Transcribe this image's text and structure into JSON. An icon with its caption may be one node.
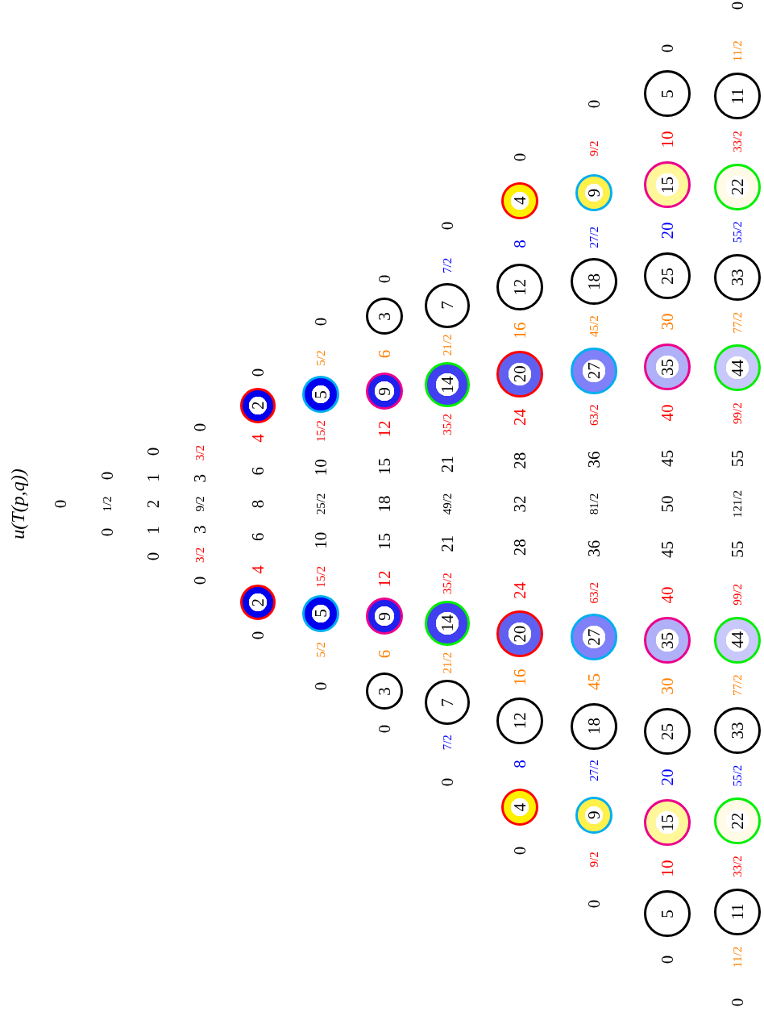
{
  "diagram": {
    "title": "u(T(p,q))",
    "nodes": [
      {
        "text": [
          "2"
        ]
      },
      {
        "text": [
          "2"
        ]
      },
      {
        "text": [
          "5"
        ]
      },
      {
        "text": [
          "5"
        ]
      },
      {
        "text": [
          "3"
        ]
      },
      {
        "text": [
          "9"
        ]
      },
      {
        "text": [
          "9"
        ]
      },
      {
        "text": [
          "3"
        ]
      },
      {
        "text": [
          "7"
        ]
      },
      {
        "text": [
          "14"
        ]
      },
      {
        "text": [
          "14"
        ]
      },
      {
        "text": [
          "7"
        ]
      },
      {
        "text": [
          "4"
        ]
      },
      {
        "text": [
          "12"
        ]
      },
      {
        "text": [
          "20"
        ]
      },
      {
        "text": [
          "20"
        ]
      },
      {
        "text": [
          "12"
        ]
      },
      {
        "text": [
          "4"
        ]
      },
      {
        "text": [
          "9"
        ]
      },
      {
        "text": [
          "18"
        ]
      },
      {
        "text": [
          "27"
        ]
      },
      {
        "text": [
          "27"
        ]
      },
      {
        "text": [
          "18"
        ]
      },
      {
        "text": [
          "9"
        ]
      },
      {
        "text": [
          "5"
        ]
      },
      {
        "text": [
          "15"
        ]
      },
      {
        "text": [
          "25"
        ]
      },
      {
        "text": [
          "35"
        ]
      },
      {
        "text": [
          "35"
        ]
      },
      {
        "text": [
          "25"
        ]
      },
      {
        "text": [
          "15"
        ]
      },
      {
        "text": [
          "5"
        ]
      },
      {
        "text": [
          "11"
        ]
      },
      {
        "text": [
          "22"
        ]
      },
      {
        "text": [
          "33"
        ]
      },
      {
        "text": [
          "44"
        ]
      },
      {
        "text": [
          "44"
        ]
      },
      {
        "text": [
          "33"
        ]
      },
      {
        "text": [
          "22"
        ]
      },
      {
        "text": [
          "11"
        ]
      }
    ],
    "labels": [
      "0",
      "0",
      "1/2",
      "0",
      "0",
      "1",
      "2",
      "1",
      "0",
      "0",
      "3/2",
      "3",
      "9/2",
      "3",
      "3/2",
      "0",
      "0",
      "4",
      "6",
      "8",
      "6",
      "4",
      "0",
      "0",
      "5/2",
      "15/2",
      "10",
      "25/2",
      "10",
      "15/2",
      "5/2",
      "0",
      "0",
      "6",
      "12",
      "15",
      "18",
      "15",
      "12",
      "6",
      "0",
      "0",
      "7/2",
      "21/2",
      "35/2",
      "21",
      "49/2",
      "21",
      "35/2",
      "21/2",
      "7/2",
      "0",
      "0",
      "8",
      "16",
      "24",
      "28",
      "32",
      "28",
      "24",
      "16",
      "8",
      "0",
      "0",
      "9/2",
      "27/2",
      "45",
      "63/2",
      "36",
      "81/2",
      "36",
      "63/2",
      "45/2",
      "27/2",
      "9/2",
      "0",
      "0",
      "10",
      "20",
      "30",
      "40",
      "45",
      "50",
      "45",
      "40",
      "30",
      "20",
      "10",
      "0",
      "0",
      "11/2",
      "33/2",
      "55/2",
      "77/2",
      "99/2",
      "55",
      "121/2",
      "55",
      "99/2",
      "77/2",
      "55/2",
      "33/2",
      "11/2",
      "0"
    ]
  }
}
